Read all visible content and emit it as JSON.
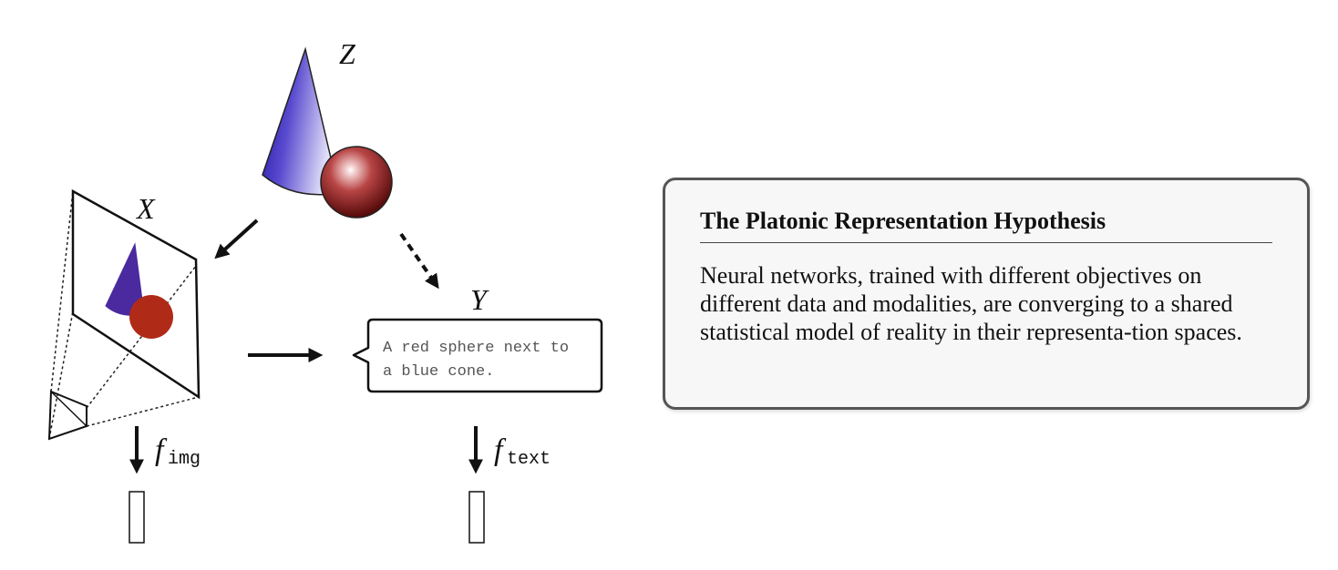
{
  "diagram": {
    "latent_label": "Z",
    "image_label": "X",
    "text_label": "Y",
    "caption_text": [
      "A red sphere next to",
      "a blue cone."
    ],
    "f_img": {
      "symbol": "f",
      "subscript": "img"
    },
    "f_text": {
      "symbol": "f",
      "subscript": "text"
    },
    "colors": {
      "cone": "#3020a8",
      "sphere": "#a02020",
      "ink": "#111111"
    }
  },
  "hypothesis": {
    "title": "The Platonic Representation Hypothesis",
    "body": "Neural networks, trained with different objectives on different data and modalities, are converging to a shared statistical model of reality in their representa-tion spaces."
  }
}
